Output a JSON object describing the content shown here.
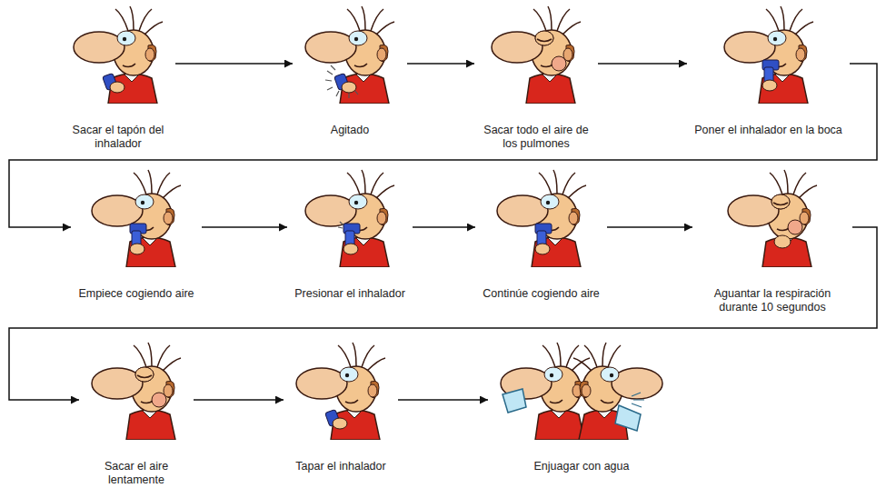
{
  "diagram": {
    "nodes": [
      {
        "text": [
          "Sacar el tapón del inhalador"
        ]
      },
      {
        "text": [
          "Agitado"
        ]
      },
      {
        "text": [
          "Sacar todo el aire de los pulmones"
        ]
      },
      {
        "text": [
          "Poner el inhalador en la boca"
        ]
      },
      {
        "text": [
          "Empiece cogiendo aire"
        ]
      },
      {
        "text": [
          "Presionar el inhalador"
        ]
      },
      {
        "text": [
          "Continúe cogiendo aire"
        ]
      },
      {
        "text": [
          "Aguantar la respiración durante 10 segundos"
        ]
      },
      {
        "text": [
          "Sacar el aire lentamente"
        ]
      },
      {
        "text": [
          "Tapar el inhalador"
        ]
      },
      {
        "text": [
          "Enjuagar con agua"
        ]
      }
    ],
    "edges": [
      {
        "from": 0,
        "to": 1,
        "arrow": "to"
      },
      {
        "from": 1,
        "to": 2,
        "arrow": "to"
      },
      {
        "from": 2,
        "to": 3,
        "arrow": "to"
      },
      {
        "from": 3,
        "to": 4,
        "arrow": "to"
      },
      {
        "from": 4,
        "to": 5,
        "arrow": "to"
      },
      {
        "from": 5,
        "to": 6,
        "arrow": "to"
      },
      {
        "from": 6,
        "to": 7,
        "arrow": "to"
      },
      {
        "from": 7,
        "to": 8,
        "arrow": "to"
      },
      {
        "from": 8,
        "to": 9,
        "arrow": "to"
      },
      {
        "from": 9,
        "to": 10,
        "arrow": "to"
      }
    ]
  }
}
